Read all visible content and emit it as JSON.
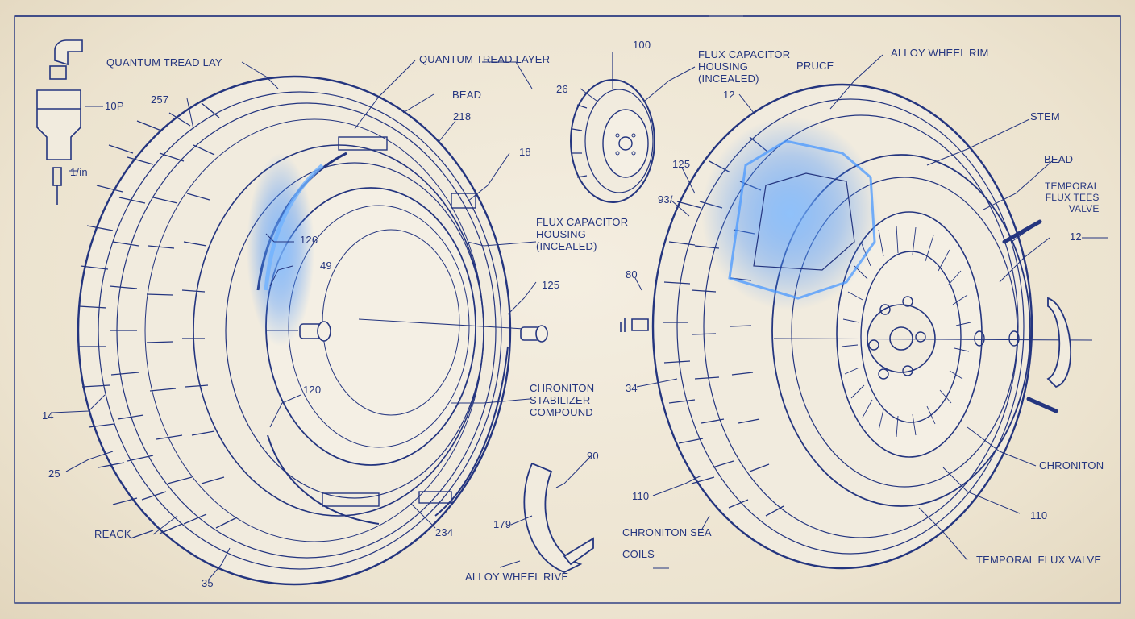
{
  "colors": {
    "paper": "#efe7d6",
    "ink": "#24357f",
    "glow": "#3f8fff"
  },
  "labels": {
    "quantum_tread_lay": "QUANTUM TREAD LAY",
    "quantum_tread_layer": "QUANTUM TREAD LAYER",
    "n_100": "100",
    "flux_capacitor_top": "FLUX CAPACITOR\nHOUSING\n(INCEALED)",
    "pruce": "PRUCE",
    "alloy_wheel_rim": "ALLOY WHEEL RIM",
    "n_10p": "10P",
    "n_1in": "1/in",
    "n_257": "257",
    "bead_left": "BEAD",
    "n_26": "26",
    "n_12_top": "12",
    "stem": "STEM",
    "n_218": "218",
    "n_18": "18",
    "n_125_right": "125",
    "bead_right": "BEAD",
    "temporal_flux_tees": "TEMPORAL\nFLUX TEES\nVALVE",
    "n_93": "93/",
    "flux_capacitor_mid": "FLUX CAPACITOR\nHOUSING\n(INCEALED)",
    "n_12_right": "12",
    "n_126": "126",
    "n_49": "49",
    "n_80": "80",
    "n_125_mid": "125",
    "chroniton_stabilizer": "CHRONITON\nSTABILIZER\nCOMPOUND",
    "n_120": "120",
    "n_34": "34",
    "n_14": "14",
    "chroniton": "CHRONITON",
    "n_25": "25",
    "n_90": "90",
    "n_110_left": "110",
    "n_110_right": "110",
    "reack": "REACK",
    "n_234": "234",
    "n_179": "179",
    "chroniton_sea": "CHRONITON SEA",
    "coils": "COILS",
    "temporal_flux_valve": "TEMPORAL FLUX VALVE",
    "alloy_wheel_rive": "ALLOY WHEEL RIVE",
    "n_35": "35"
  }
}
